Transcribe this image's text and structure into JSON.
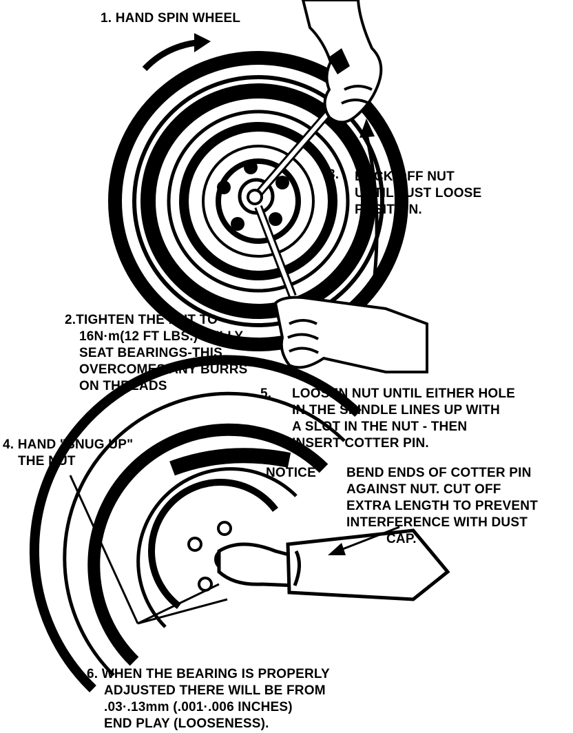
{
  "colors": {
    "ink": "#000000",
    "paper": "#ffffff"
  },
  "steps": {
    "step1": {
      "text": "1.  HAND SPIN WHEEL"
    },
    "step2": {
      "lines": [
        "2.TIGHTEN THE NUT TO",
        "16N·m(12 FT LBS.) FULLY",
        "SEAT BEARINGS-THIS",
        "OVERCOMES ANY BURRS",
        "ON THREADS"
      ]
    },
    "step3": {
      "num": "3.",
      "lines": [
        "BACK OFF NUT",
        "UNTIL JUST LOOSE",
        "POSITION."
      ]
    },
    "step4": {
      "lines": [
        "4. HAND \"SNUG UP\"",
        "THE NUT"
      ]
    },
    "step5": {
      "num": "5.",
      "lines": [
        "LOOSEN NUT UNTIL EITHER HOLE",
        "IN THE SPINDLE LINES UP WITH",
        "A SLOT IN THE NUT - THEN",
        "INSERT COTTER PIN."
      ]
    },
    "step6": {
      "lines": [
        "6. WHEN THE BEARING IS PROPERLY",
        "ADJUSTED THERE WILL BE FROM",
        ".03·.13mm (.001·.006 INCHES)",
        "END PLAY (LOOSENESS)."
      ]
    }
  },
  "notice": {
    "label": "NOTICE",
    "lines": [
      "BEND ENDS OF COTTER PIN",
      "AGAINST NUT. CUT OFF",
      "EXTRA LENGTH TO PREVENT",
      "INTERFERENCE WITH DUST",
      "CAP."
    ]
  }
}
